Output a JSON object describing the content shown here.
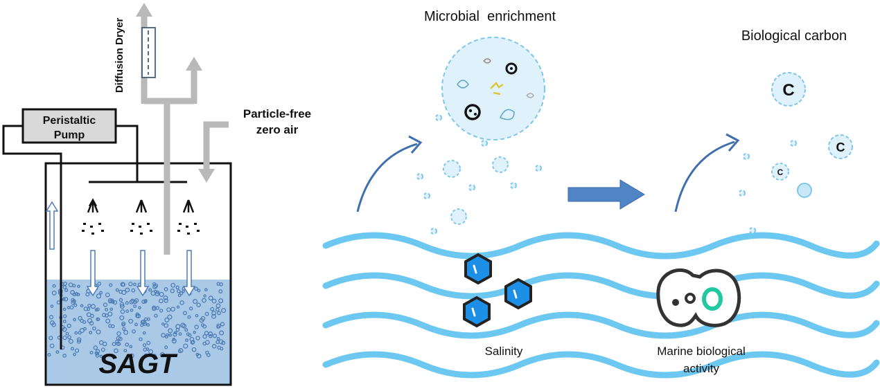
{
  "apparatus": {
    "pump_label_line1": "Peristaltic",
    "pump_label_line2": "Pump",
    "dryer_label": "Diffusion Dryer",
    "air_label_line1": "Particle-free",
    "air_label_line2": "zero air",
    "tank_label": "SAGT"
  },
  "process": {
    "stage1_title": "Microbial  enrichment",
    "stage2_title": "Biological carbon",
    "salinity_label": "Salinity",
    "marine_label_line1": "Marine biological",
    "marine_label_line2": "activity",
    "carbon_symbol": "C"
  },
  "colors": {
    "water_fill": "#a9c9e6",
    "wave": "#6cc8f0",
    "flow_arrow": "#3f6fae",
    "gray_arrow": "#b9b9b9",
    "bubble_fill": "#dff1fb",
    "bubble_stroke": "#7fc7ea",
    "hexagon": "#1e8fe6",
    "cell_outline": "#333333",
    "cell_nucleus": "#20c9a2"
  },
  "icons": [
    "peristaltic-pump",
    "diffusion-dryer",
    "spray-nozzle-icon",
    "hexagon-salt-icon",
    "microbial-cell-icon",
    "carbon-particle-icon"
  ]
}
